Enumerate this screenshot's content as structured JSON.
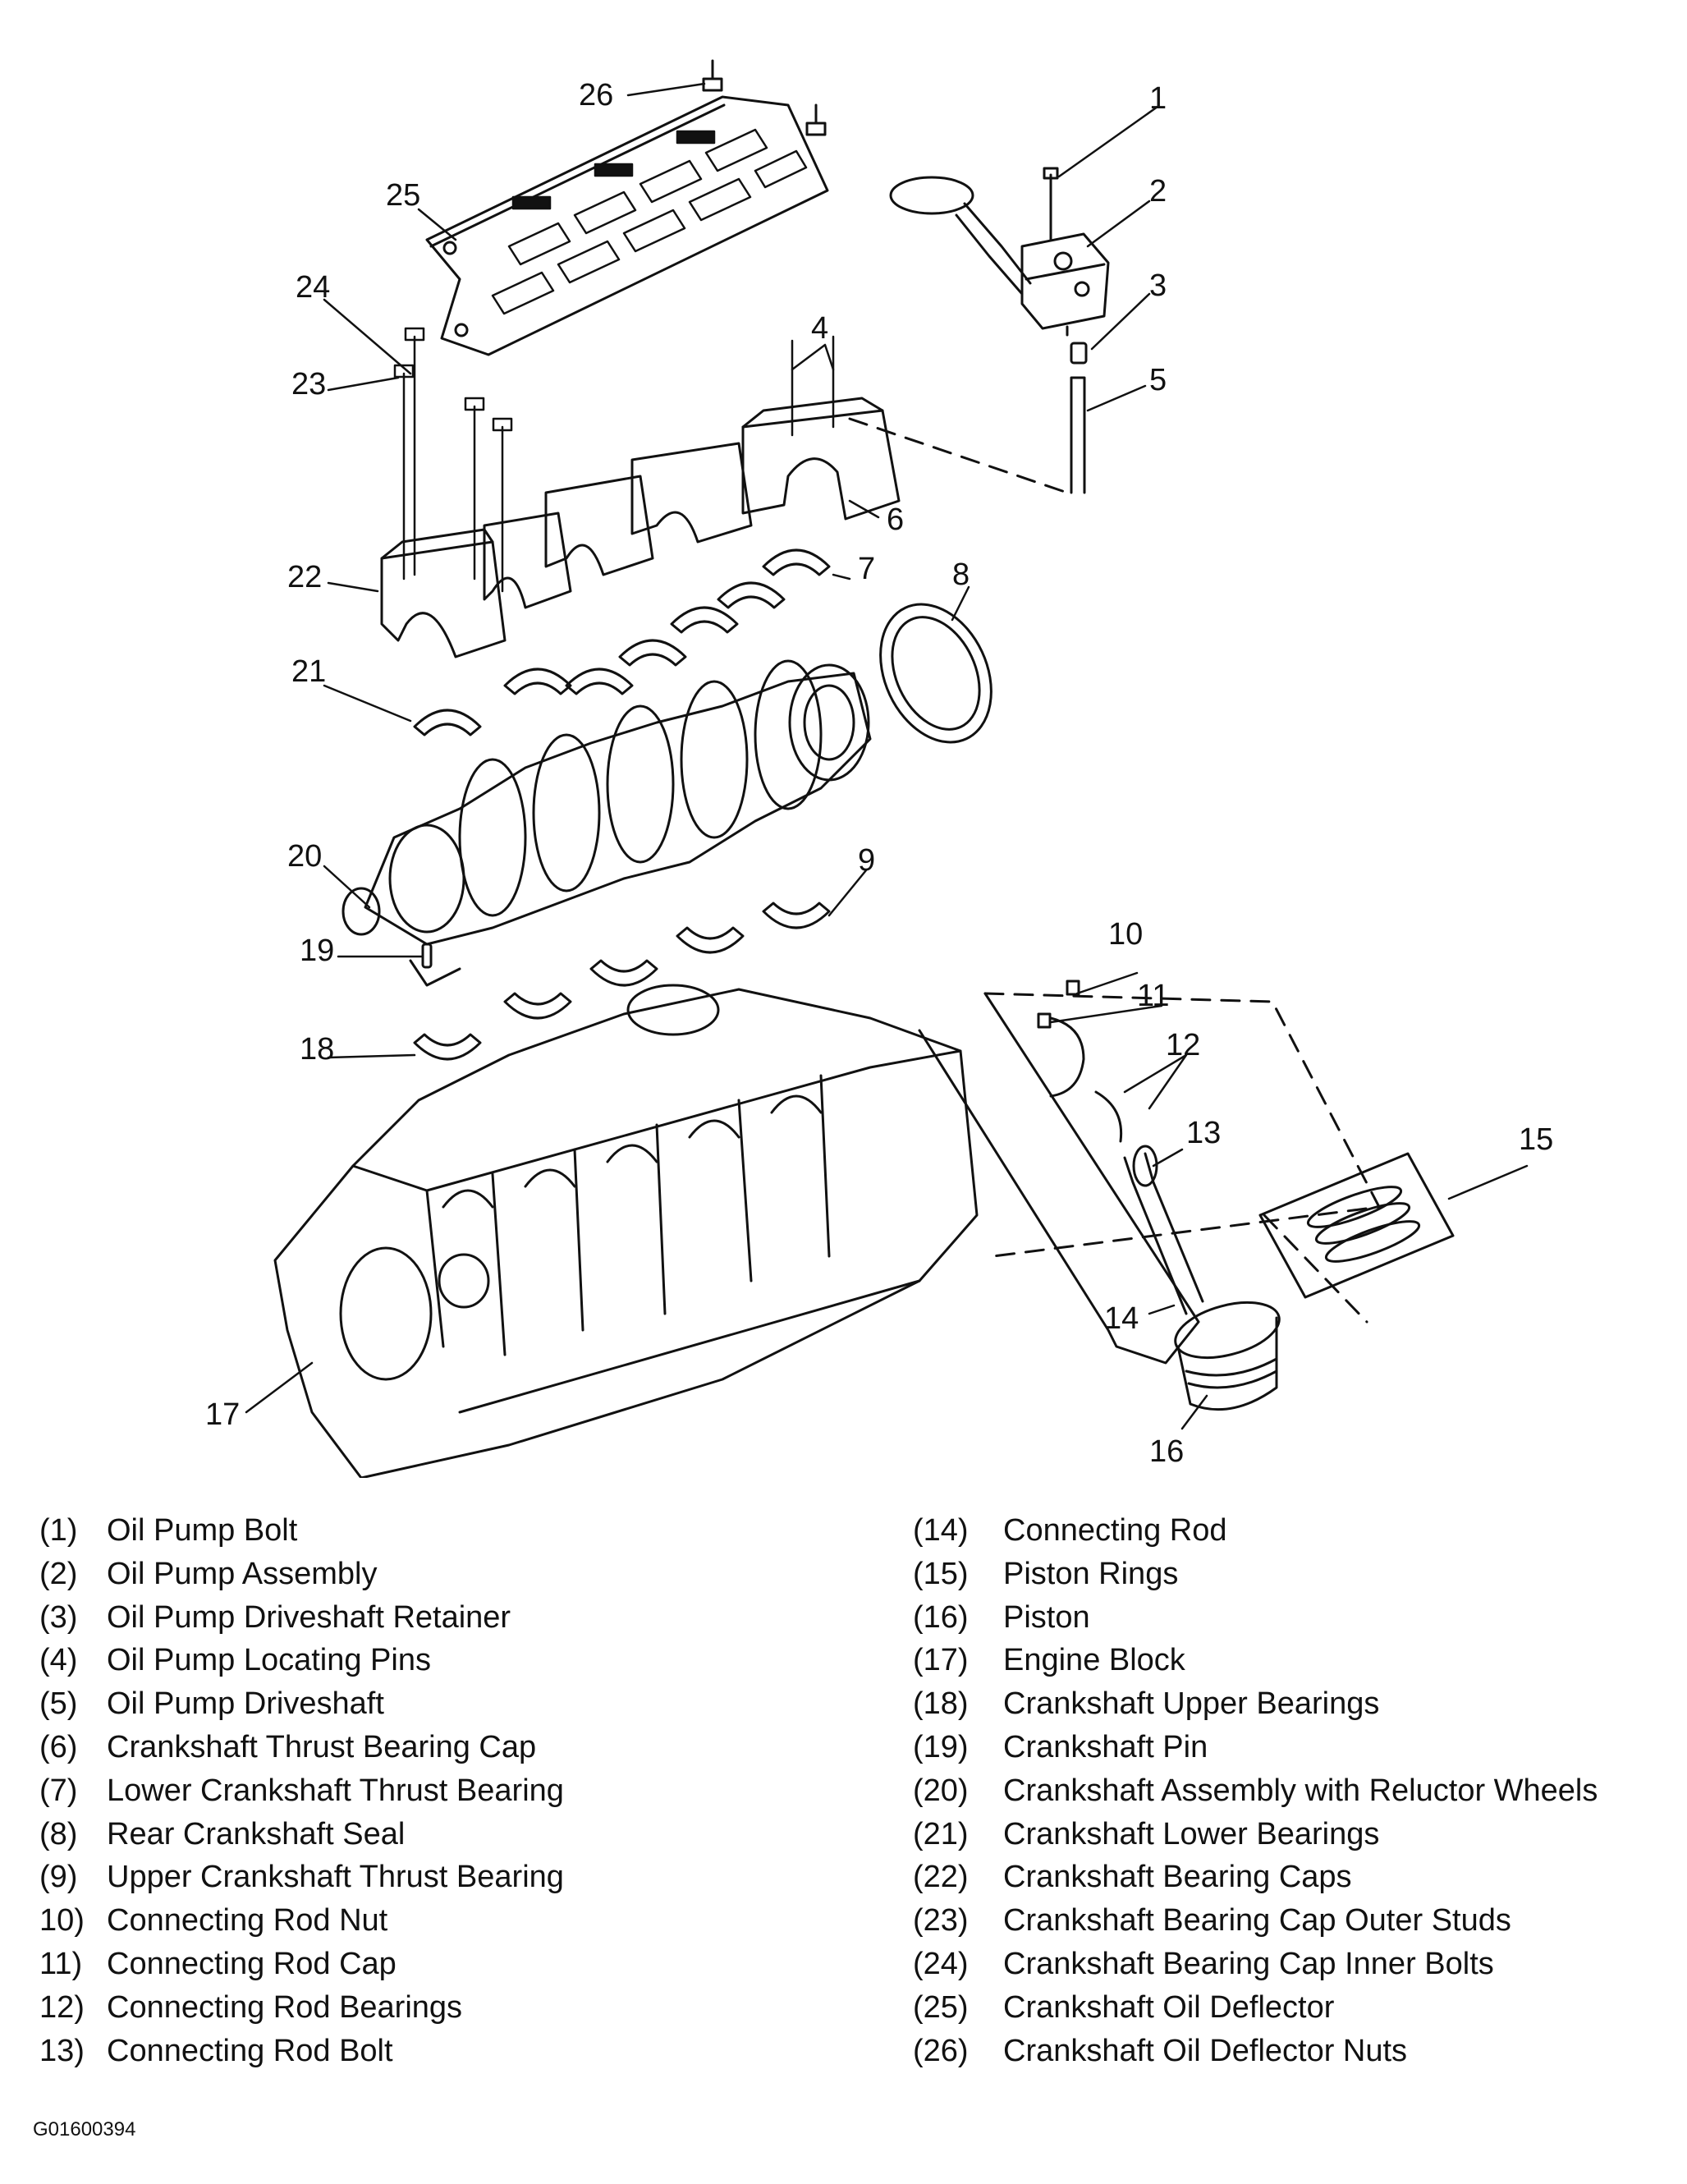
{
  "callouts": [
    "1",
    "2",
    "3",
    "4",
    "5",
    "6",
    "7",
    "8",
    "9",
    "10",
    "11",
    "12",
    "13",
    "14",
    "15",
    "16",
    "17",
    "18",
    "19",
    "20",
    "21",
    "22",
    "23",
    "24",
    "25",
    "26"
  ],
  "legend_left": [
    {
      "num": "(1)",
      "name": "Oil Pump Bolt"
    },
    {
      "num": "(2)",
      "name": "Oil Pump Assembly"
    },
    {
      "num": "(3)",
      "name": "Oil Pump Driveshaft Retainer"
    },
    {
      "num": "(4)",
      "name": "Oil Pump Locating Pins"
    },
    {
      "num": "(5)",
      "name": "Oil Pump Driveshaft"
    },
    {
      "num": "(6)",
      "name": "Crankshaft Thrust Bearing Cap"
    },
    {
      "num": "(7)",
      "name": "Lower Crankshaft Thrust Bearing"
    },
    {
      "num": "(8)",
      "name": "Rear Crankshaft Seal"
    },
    {
      "num": "(9)",
      "name": "Upper Crankshaft Thrust Bearing"
    },
    {
      "num": "10)",
      "name": "Connecting Rod Nut"
    },
    {
      "num": "11)",
      "name": "Connecting Rod Cap"
    },
    {
      "num": "12)",
      "name": "Connecting Rod Bearings"
    },
    {
      "num": "13)",
      "name": "Connecting Rod Bolt"
    }
  ],
  "legend_right": [
    {
      "num": "(14)",
      "name": "Connecting Rod"
    },
    {
      "num": "(15)",
      "name": "Piston Rings"
    },
    {
      "num": "(16)",
      "name": "Piston"
    },
    {
      "num": "(17)",
      "name": "Engine Block"
    },
    {
      "num": "(18)",
      "name": "Crankshaft Upper Bearings"
    },
    {
      "num": "(19)",
      "name": "Crankshaft Pin"
    },
    {
      "num": "(20)",
      "name": "Crankshaft Assembly with Reluctor Wheels"
    },
    {
      "num": "(21)",
      "name": "Crankshaft Lower Bearings"
    },
    {
      "num": "(22)",
      "name": "Crankshaft Bearing Caps"
    },
    {
      "num": "(23)",
      "name": "Crankshaft Bearing Cap Outer Studs"
    },
    {
      "num": "(24)",
      "name": "Crankshaft Bearing Cap Inner Bolts"
    },
    {
      "num": "(25)",
      "name": "Crankshaft Oil Deflector"
    },
    {
      "num": "(26)",
      "name": "Crankshaft Oil Deflector Nuts"
    }
  ],
  "figure_code": "G01600394"
}
